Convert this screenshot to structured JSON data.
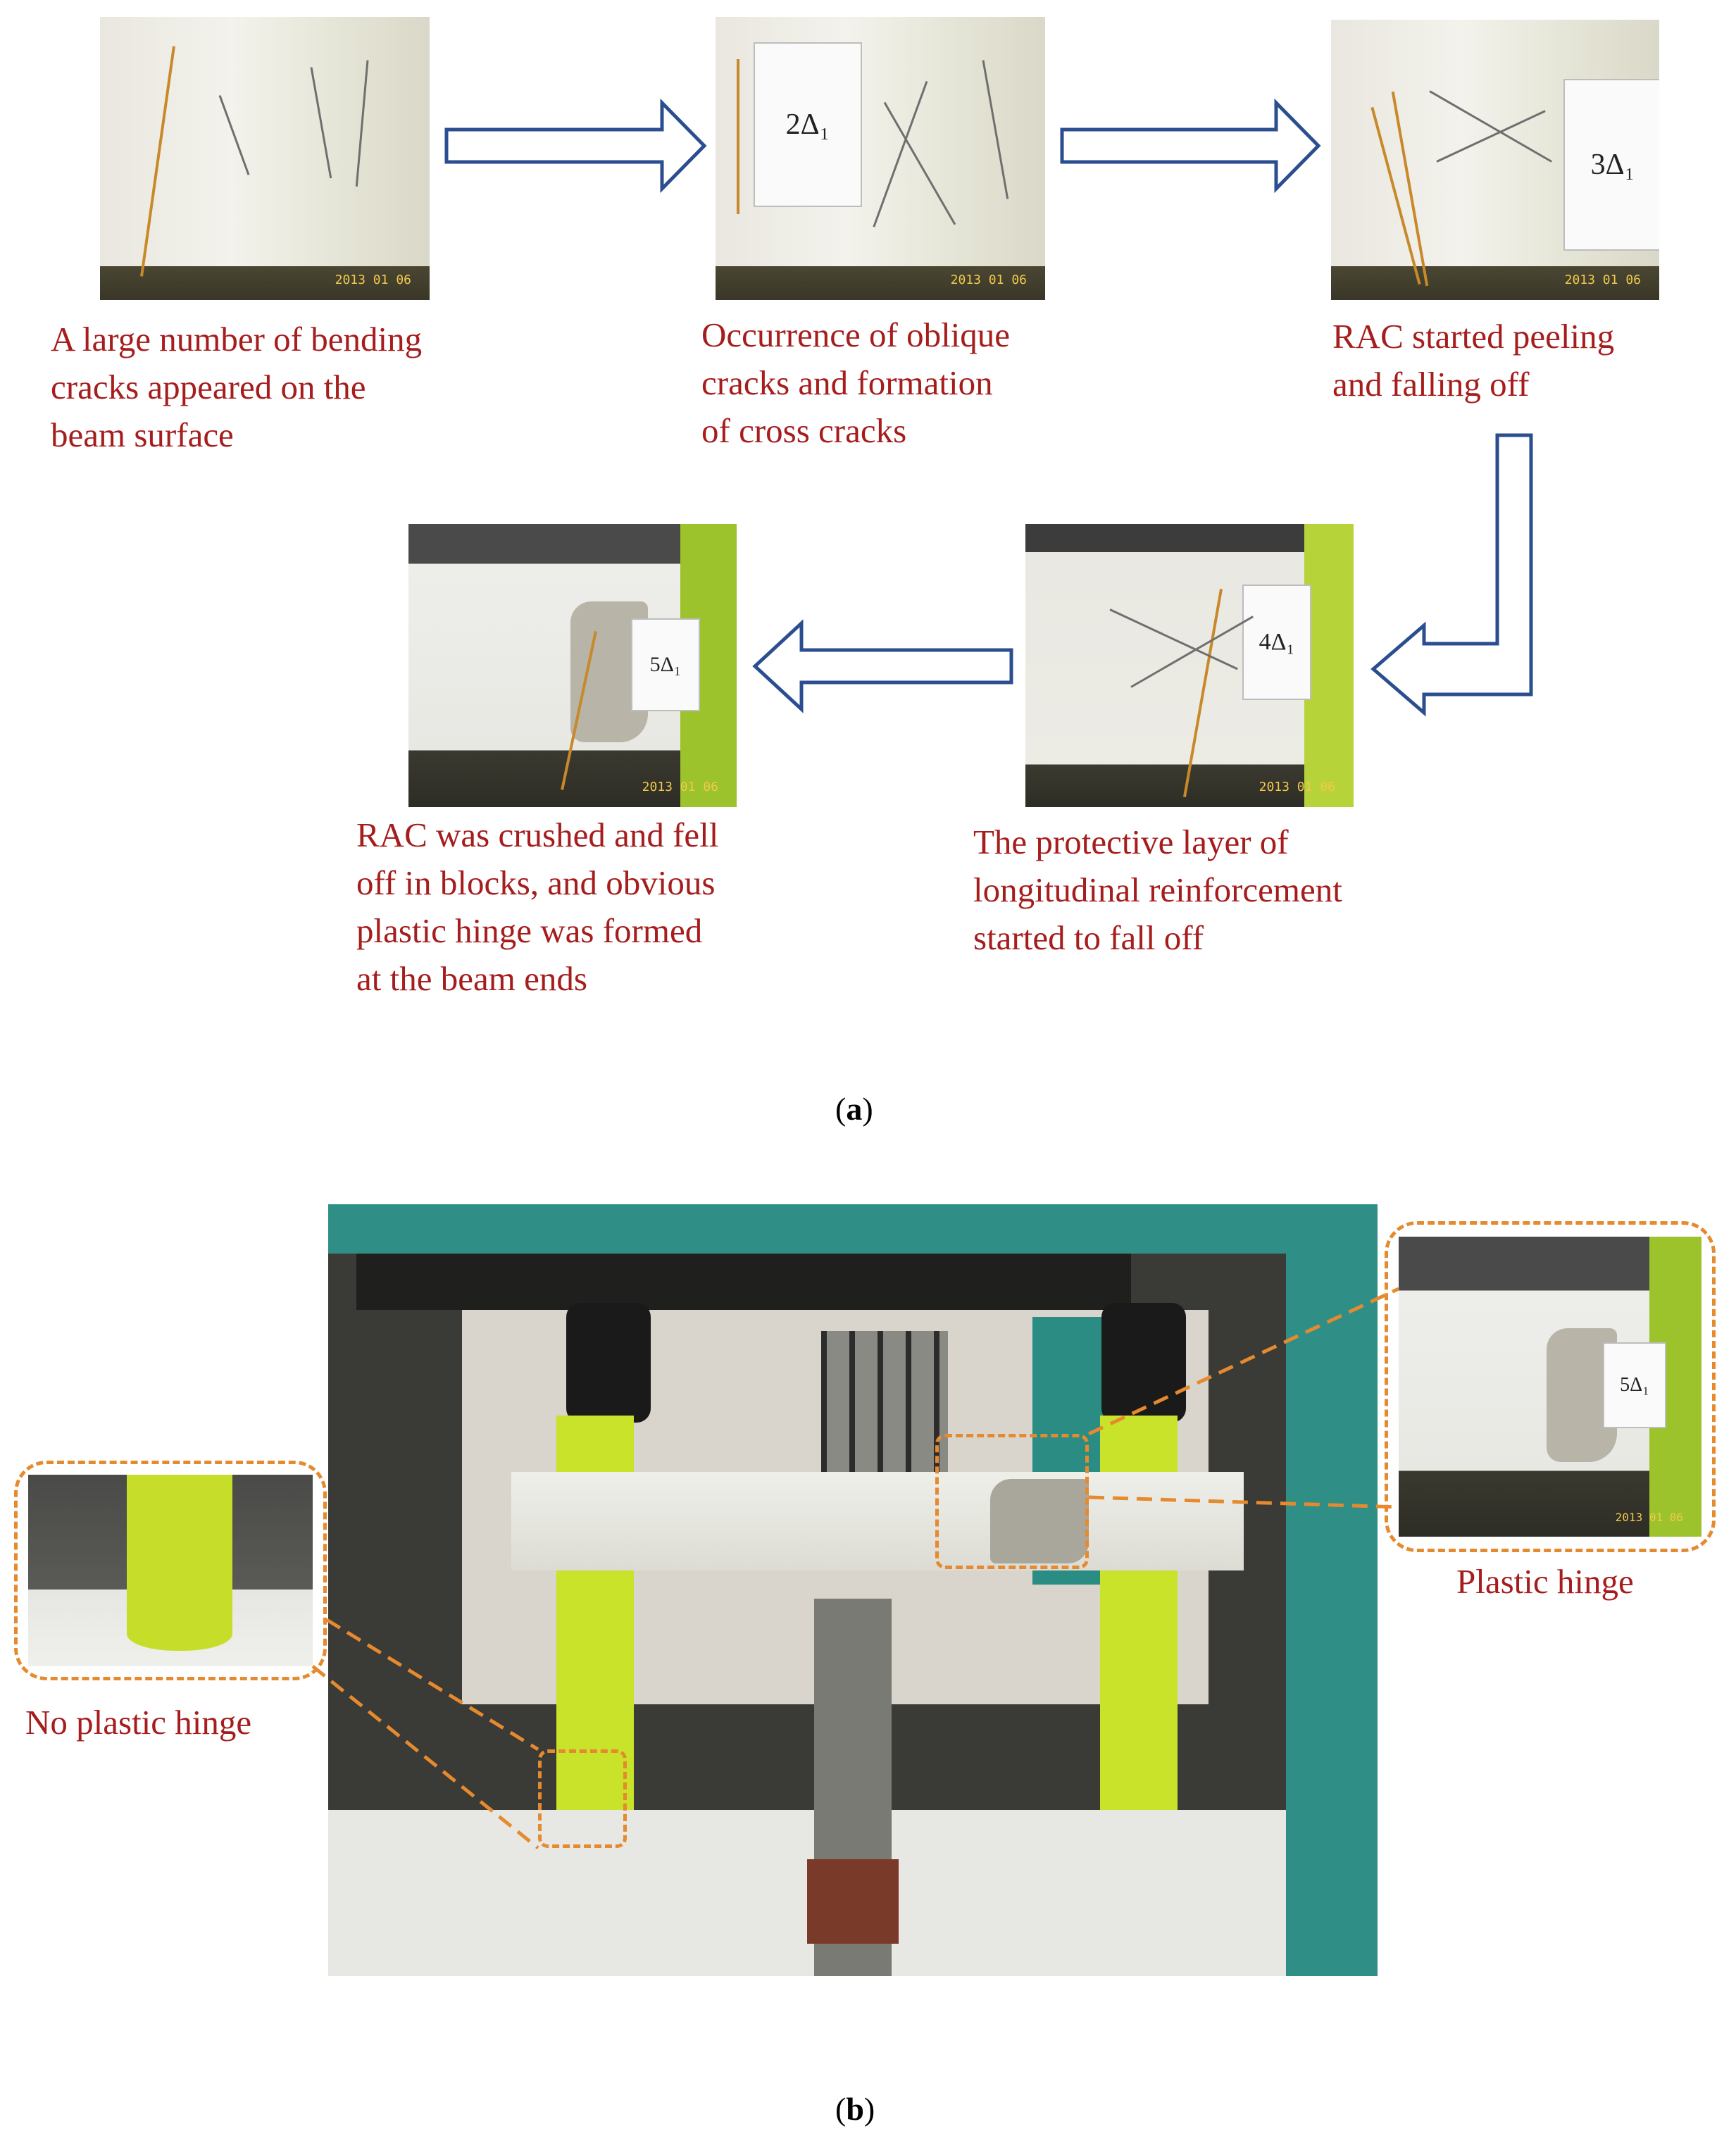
{
  "panel_a": {
    "steps": [
      {
        "caption": "A large number of bending\ncracks appeared on the\nbeam surface",
        "card": "",
        "stamp": "2013 01 06"
      },
      {
        "caption": "Occurrence of oblique\ncracks and formation\nof cross cracks",
        "card": "2Δ₁",
        "stamp": "2013 01 06"
      },
      {
        "caption": "RAC started peeling\nand falling off",
        "card": "3Δ₁",
        "stamp": "2013 01 06"
      },
      {
        "caption": "The protective layer of\nlongitudinal reinforcement\nstarted to fall off",
        "card": "4Δ₁",
        "stamp": "2013 01 06"
      },
      {
        "caption": "RAC was crushed and fell\noff in blocks, and obvious\nplastic hinge was formed\nat the beam ends",
        "card": "5Δ₁",
        "stamp": "2013 01 06"
      }
    ],
    "label_open": "(",
    "label_letter": "a",
    "label_close": ")"
  },
  "panel_b": {
    "callout_left": "No plastic hinge",
    "callout_right": "Plastic hinge",
    "inset_card": "5Δ₁",
    "inset_stamp": "2013 01 06",
    "label_open": "(",
    "label_letter": "b",
    "label_close": ")"
  },
  "colors": {
    "caption_red": "#a61d1d",
    "arrow_blue": "#2a4e8f",
    "dash_orange": "#e58a2e",
    "column_yellow": "#c9e22a",
    "frame_teal": "#2f8f86"
  }
}
